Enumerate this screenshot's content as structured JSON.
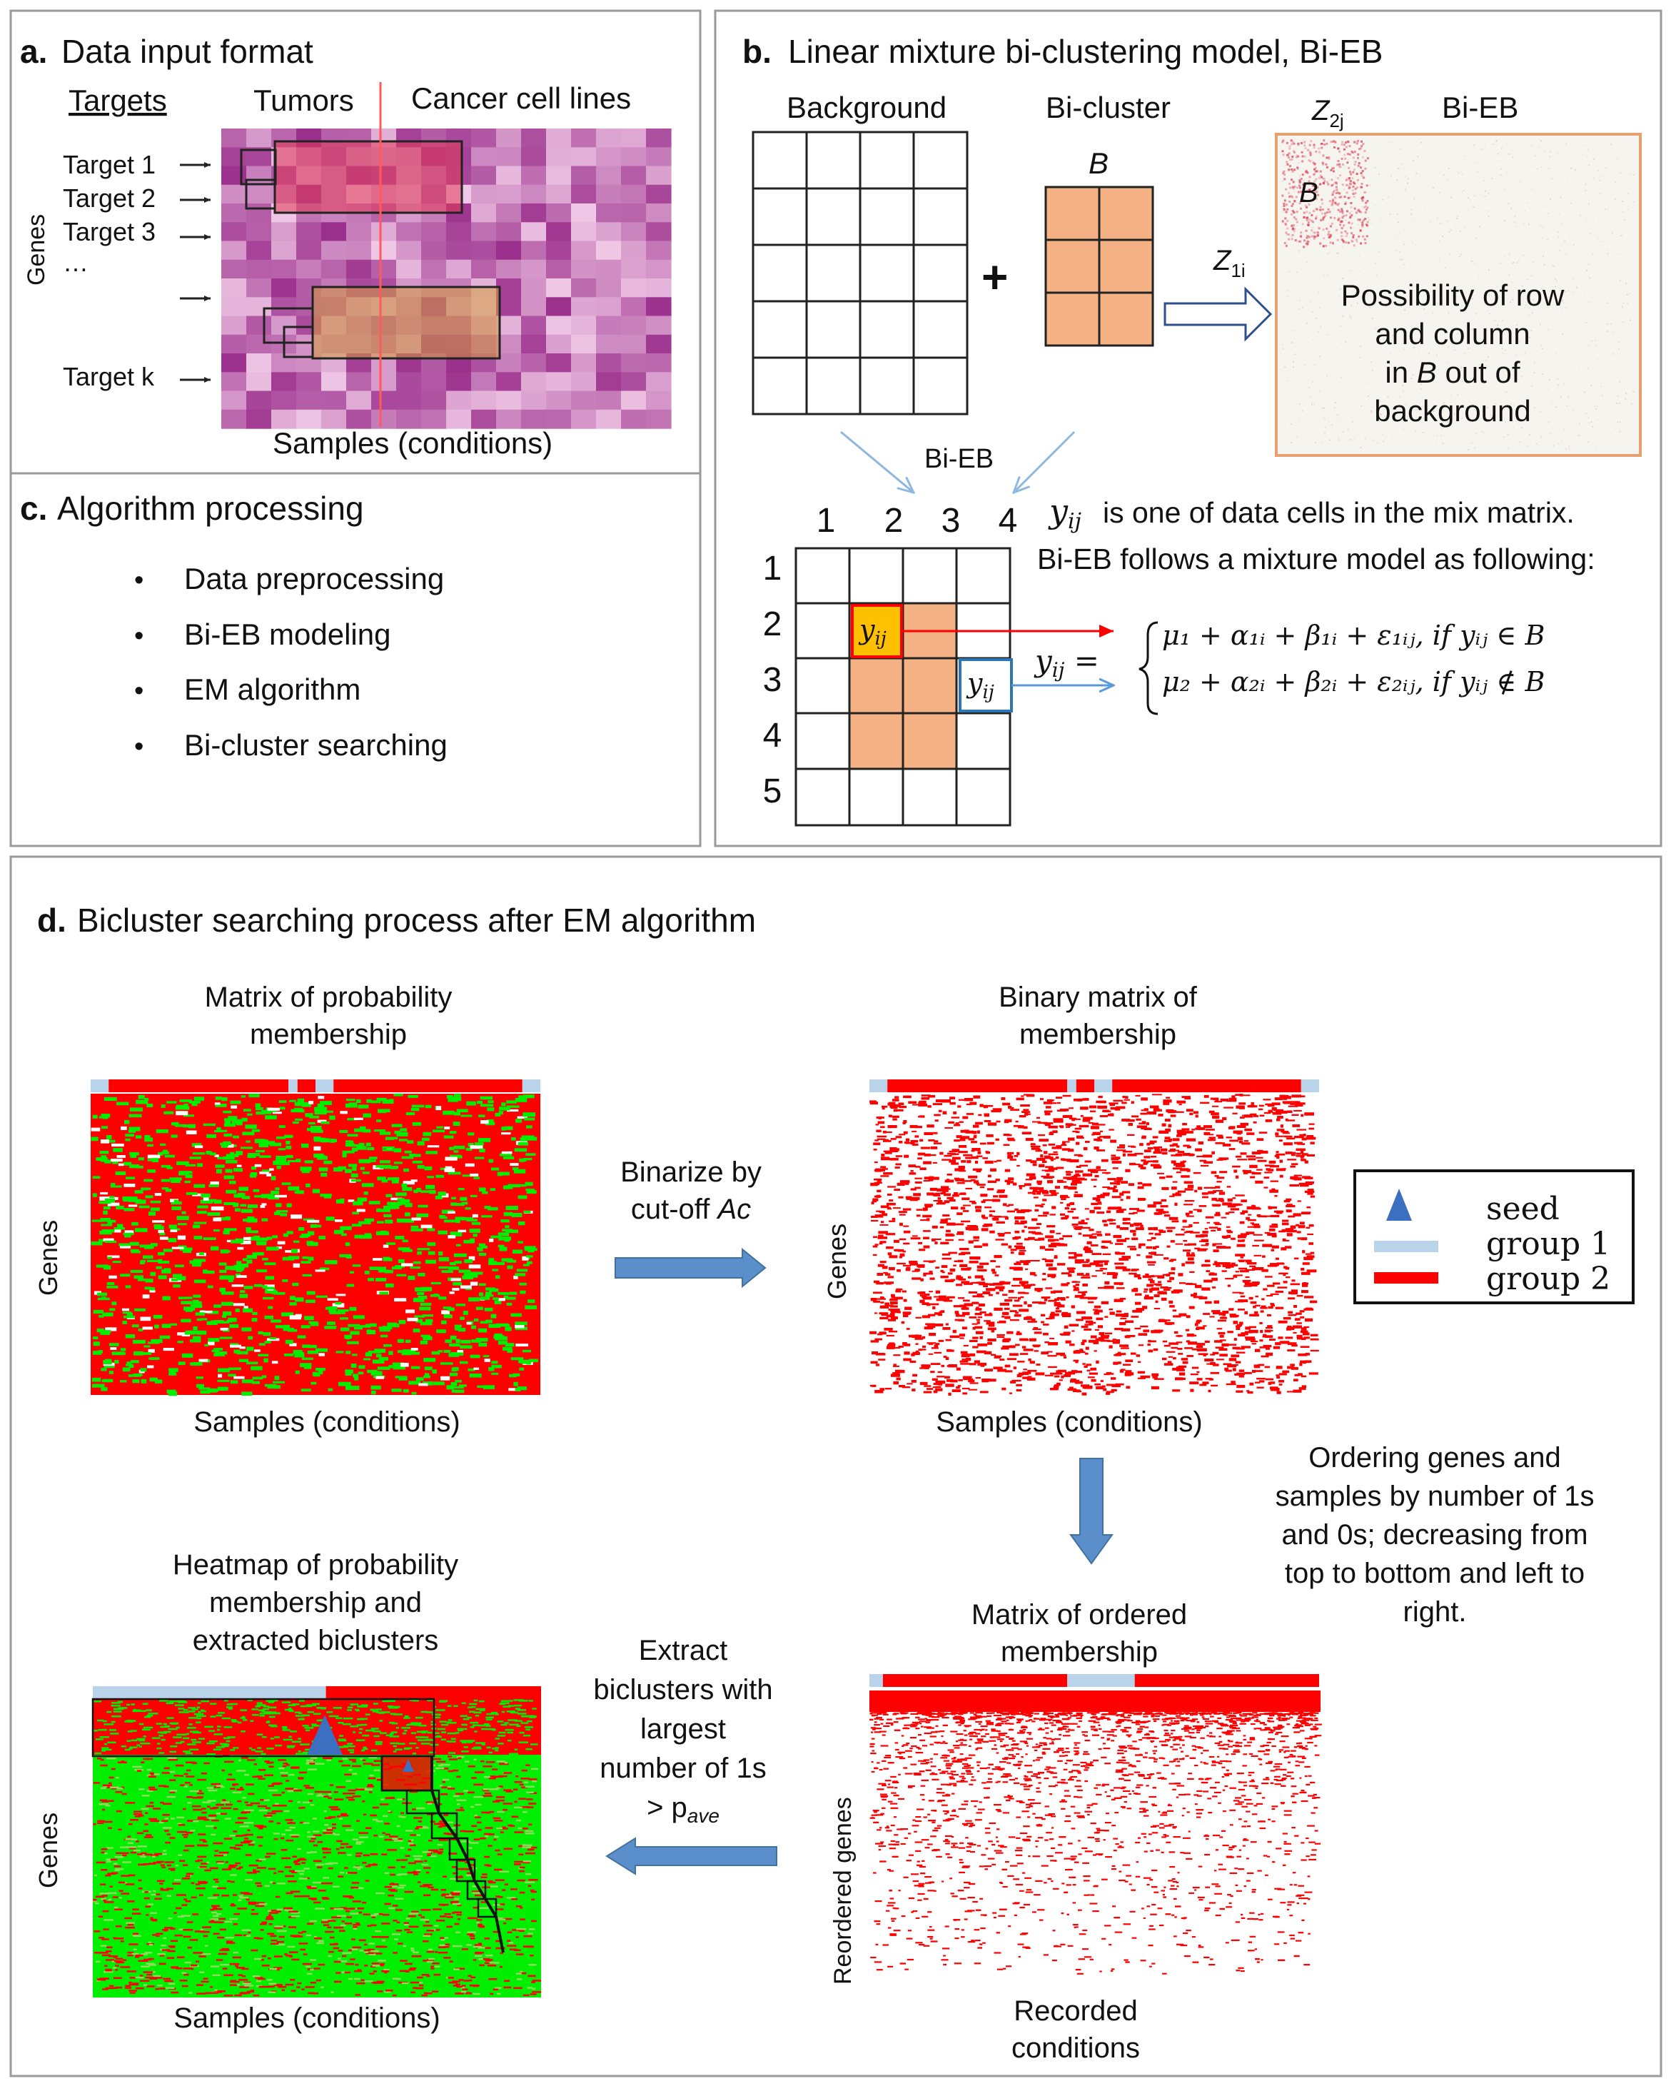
{
  "colors": {
    "panel_border": "#9a9a9a",
    "magenta_dark": "#9b2f8c",
    "magenta_light": "#f0c8e6",
    "bicluster_red": "#e0364c",
    "bicluster_orange": "#c48a3c",
    "block_fill": "#f4b183",
    "heat_red": "#ff0000",
    "heat_green": "#00ee00",
    "arrow_blue": "#5b8fcb",
    "group1": "#b8d3ea",
    "group2": "#ff0000",
    "seed_blue": "#3c6fbf",
    "highlight_yellow": "#ffc000"
  },
  "panel_a": {
    "label": "a.",
    "title": "Data input format",
    "targets_header": "Targets",
    "tumors_header": "Tumors",
    "cell_lines_header": "Cancer cell lines",
    "targets": [
      "Target 1",
      "Target 2",
      "Target 3",
      "…",
      "Target k"
    ],
    "y_label": "Genes",
    "x_label": "Samples (conditions)"
  },
  "panel_b": {
    "label": "b.",
    "title": "Linear mixture bi-clustering model, Bi-EB",
    "background_label": "Background",
    "bicluster_label": "Bi-cluster",
    "b_symbol": "B",
    "plus": "+",
    "z1_base": "Z",
    "z1_sub": "1i",
    "z2_base": "Z",
    "z2_sub": "2j",
    "biEB_label": "Bi-EB",
    "result_text": [
      "Possibility of row",
      "and column",
      "in B out of",
      "background"
    ],
    "biEB_arrow_label": "Bi-EB",
    "col_numbers": [
      "1",
      "2",
      "3",
      "4"
    ],
    "row_numbers": [
      "1",
      "2",
      "3",
      "4",
      "5"
    ],
    "cell_symbol": "y",
    "cell_sub": "ij",
    "desc_line1": "is one of data cells in the mix matrix.",
    "desc_line2": "Bi-EB follows a mixture model as following:",
    "eq_lhs": "y",
    "eq_lhs_sub": "ij",
    "eq_case1": "μ₁ + α₁ᵢ + β₁ᵢ + ε₁ᵢⱼ, if yᵢⱼ ∈ B",
    "eq_case2": "μ₂ + α₂ᵢ + β₂ᵢ + ε₂ᵢⱼ, if yᵢⱼ ∉ B"
  },
  "panel_c": {
    "label": "c.",
    "title": "Algorithm processing",
    "steps": [
      "Data preprocessing",
      "Bi-EB modeling",
      "EM algorithm",
      "Bi-cluster searching"
    ]
  },
  "panel_d": {
    "label": "d.",
    "title": "Bicluster searching process after EM algorithm",
    "prob_title": [
      "Matrix of probability",
      "membership"
    ],
    "binary_title": [
      "Binary matrix of",
      "membership"
    ],
    "ordered_title": [
      "Matrix of ordered",
      "membership"
    ],
    "heatmap_title": [
      "Heatmap of probability",
      "membership and",
      "extracted biclusters"
    ],
    "genes_label": "Genes",
    "samples_label": "Samples (conditions)",
    "reordered_genes_label": "Reordered genes",
    "recorded_conditions": [
      "Recorded",
      "conditions"
    ],
    "binarize_text": [
      "Binarize by",
      "cut-off"
    ],
    "binarize_ac": "Ac",
    "ordering_text": [
      "Ordering genes and",
      "samples by number of 1s",
      "and 0s; decreasing from",
      "top to bottom and left to",
      "right."
    ],
    "extract_text": [
      "Extract",
      "biclusters with",
      "largest",
      "number of 1s"
    ],
    "extract_threshold_prefix": "> p",
    "extract_threshold_sub": "ave",
    "legend": {
      "seed": "seed",
      "group1": "group  1",
      "group2": "group  2"
    }
  }
}
